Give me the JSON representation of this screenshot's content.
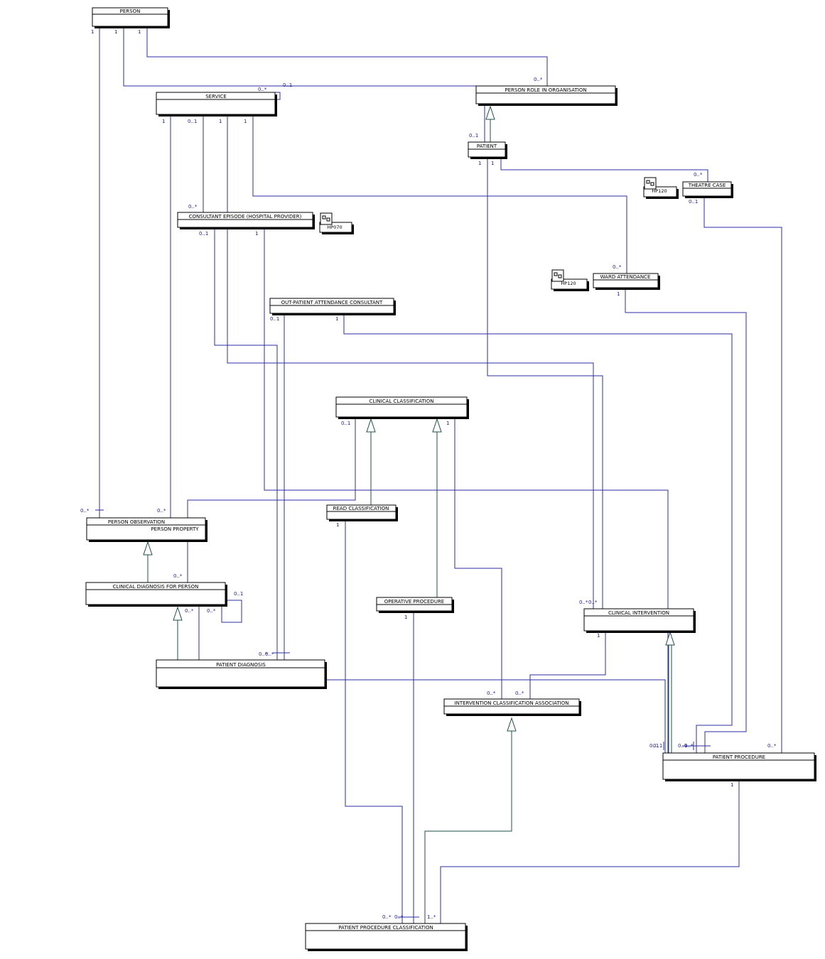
{
  "classes": {
    "person": "PERSON",
    "service": "SERVICE",
    "person_role": "PERSON ROLE IN ORGANISATION",
    "patient": "PATIENT",
    "theatre_case": "THEATRE CASE",
    "consultant_episode": "CONSULTANT EPISODE (HOSPITAL PROVIDER)",
    "ward_attendance": "WARD ATTENDANCE",
    "outpatient_attendance": "OUT-PATIENT ATTENDANCE CONSULTANT",
    "clinical_classification": "CLINICAL CLASSIFICATION",
    "read_classification": "READ CLASSIFICATION",
    "person_observation": "PERSON OBSERVATION",
    "person_observation_sub": "PERSON PROPERTY",
    "clinical_diagnosis": "CLINICAL DIAGNOSIS FOR PERSON",
    "operative_procedure": "OPERATIVE PROCEDURE",
    "clinical_intervention": "CLINICAL INTERVENTION",
    "patient_diagnosis": "PATIENT DIAGNOSIS",
    "intervention_assoc": "INTERVENTION CLASSIFICATION ASSOCIATION",
    "patient_procedure": "PATIENT PROCEDURE",
    "ppc": "PATIENT PROCEDURE CLASSIFICATION"
  },
  "packages": {
    "hp070": "HP070",
    "hp120_a": "HP120",
    "hp120_b": "HP120"
  },
  "colors": {
    "connector": "#2c2ca0",
    "generalization": "#1f4f4f",
    "multiplicity": "#1a1aa0"
  },
  "multiplicities": {
    "m_person_1a": "1",
    "m_person_1b": "1",
    "m_person_1c": "1",
    "m_role_many": "0..*",
    "m_svc_many": "0..*",
    "m_svc_01": "0..1",
    "m_svc_1a": "1",
    "m_svc_01b": "0..1",
    "m_svc_1b": "1",
    "m_svc_1c": "1",
    "m_patient_01": "0..1",
    "m_patient_1a": "1",
    "m_patient_1b": "1",
    "m_theatre_many": "0..*",
    "m_theatre_01": "0..1",
    "m_cep_many": "0..*",
    "m_cep_01": "0..1",
    "m_cep_1": "1",
    "m_ward_many": "0..*",
    "m_ward_1": "1",
    "m_opa_01": "0..1",
    "m_opa_1": "1",
    "m_cc_01": "0..1",
    "m_cc_1": "1",
    "m_read_1": "1",
    "m_po_many_a": "0..*",
    "m_po_many_b": "0..*",
    "m_cdp_many": "0..*",
    "m_cdp_01": "0..1",
    "m_cdp_many_b": "0..*",
    "m_cdp_many_c": "0..*",
    "m_op_1": "1",
    "m_ci_many": "0..*",
    "m_ci_many_b": "0..*",
    "m_ci_1": "1",
    "m_pd_many": "0..*",
    "m_pd_many_b": "0..*",
    "m_ica_many": "0..*",
    "m_ica_many_b": "0..*",
    "m_pp_a": "0..1",
    "m_pp_a2": "0..1",
    "m_pp_b": "0..1",
    "m_pp_c": "0..*",
    "m_pp_d": "0..*",
    "m_pp_1": "1",
    "m_ppc_a": "0..*",
    "m_ppc_b": "0..*",
    "m_ppc_c": "1..*"
  }
}
